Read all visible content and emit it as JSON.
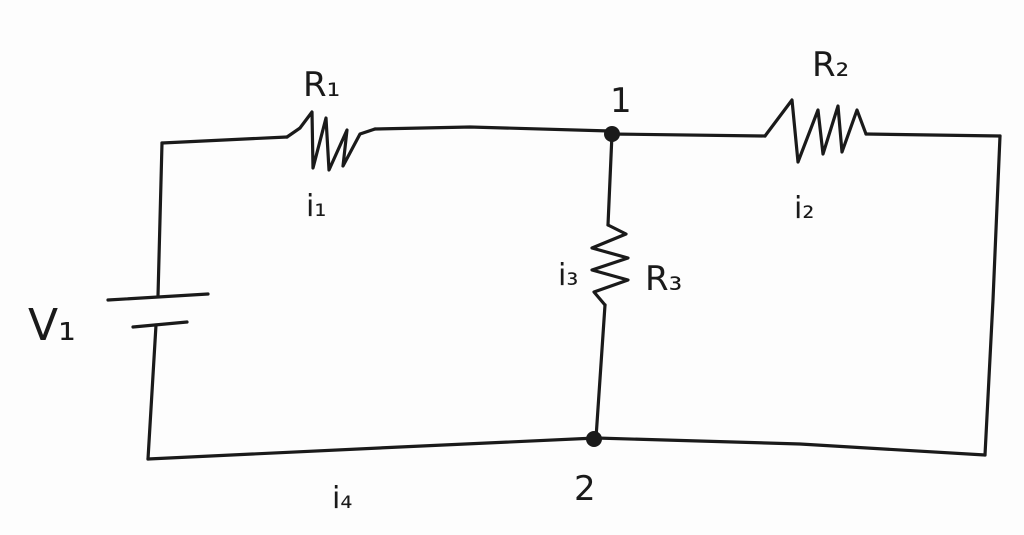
{
  "diagram": {
    "type": "circuit-schematic",
    "style": "hand-drawn",
    "ink_color": "#1a1a1a",
    "background_color": "#fdfdfd",
    "components": {
      "source": {
        "label": "V₁",
        "icon": "battery-icon"
      },
      "r1": {
        "label": "R₁",
        "current": "i₁",
        "icon": "resistor-icon"
      },
      "r2": {
        "label": "R₂",
        "current": "i₂",
        "icon": "resistor-icon"
      },
      "r3": {
        "label": "R₃",
        "current": "i₃",
        "icon": "resistor-icon"
      }
    },
    "nodes": {
      "n1": {
        "label": "1"
      },
      "n2": {
        "label": "2"
      }
    },
    "bottom_wire": {
      "current": "i₄"
    }
  }
}
